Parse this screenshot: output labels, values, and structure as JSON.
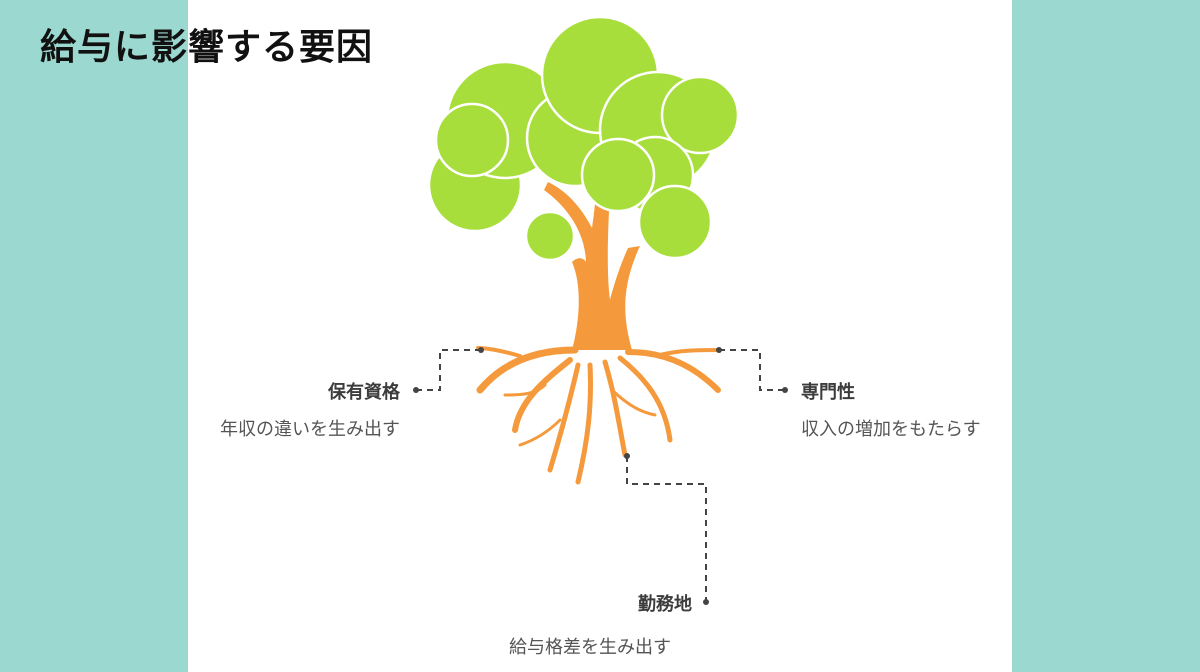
{
  "title": "給与に影響する要因",
  "colors": {
    "background": "#9bd8d0",
    "panel": "#ffffff",
    "foliage": "#a8de3c",
    "trunk": "#f59a3c",
    "connector": "#444444"
  },
  "factors": [
    {
      "label": "保有資格",
      "description": "年収の違いを生み出す"
    },
    {
      "label": "専門性",
      "description": "収入の増加をもたらす"
    },
    {
      "label": "勤務地",
      "description": "給与格差を生み出す"
    }
  ]
}
